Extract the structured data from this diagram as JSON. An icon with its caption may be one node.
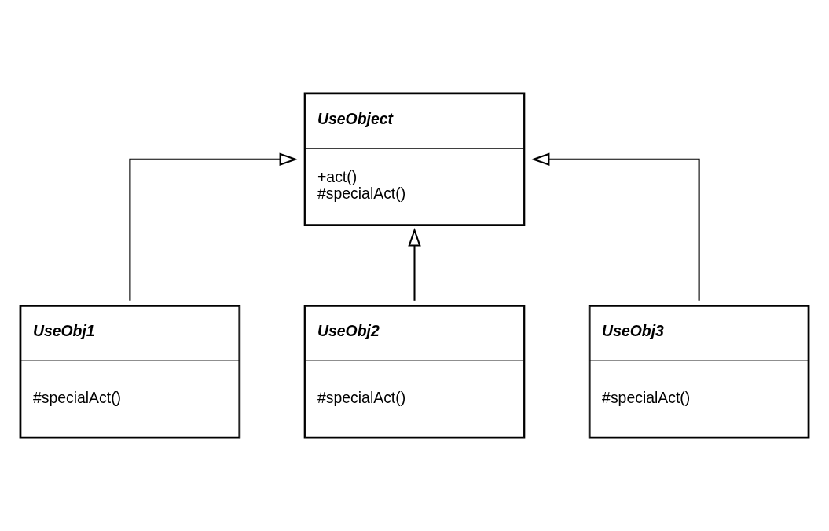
{
  "diagram": {
    "nodes": [
      {
        "text": [
          "UseObject",
          "+act()",
          "#specialAct()"
        ]
      },
      {
        "text": [
          "UseObj1",
          "#specialAct()"
        ]
      },
      {
        "text": [
          "UseObj2",
          "#specialAct()"
        ]
      },
      {
        "text": [
          "UseObj3",
          "#specialAct()"
        ]
      }
    ],
    "edges": [
      {
        "from": 1,
        "to": 0,
        "arrow": "to"
      },
      {
        "from": 2,
        "to": 0,
        "arrow": "to"
      },
      {
        "from": 3,
        "to": 0,
        "arrow": "to"
      }
    ]
  }
}
